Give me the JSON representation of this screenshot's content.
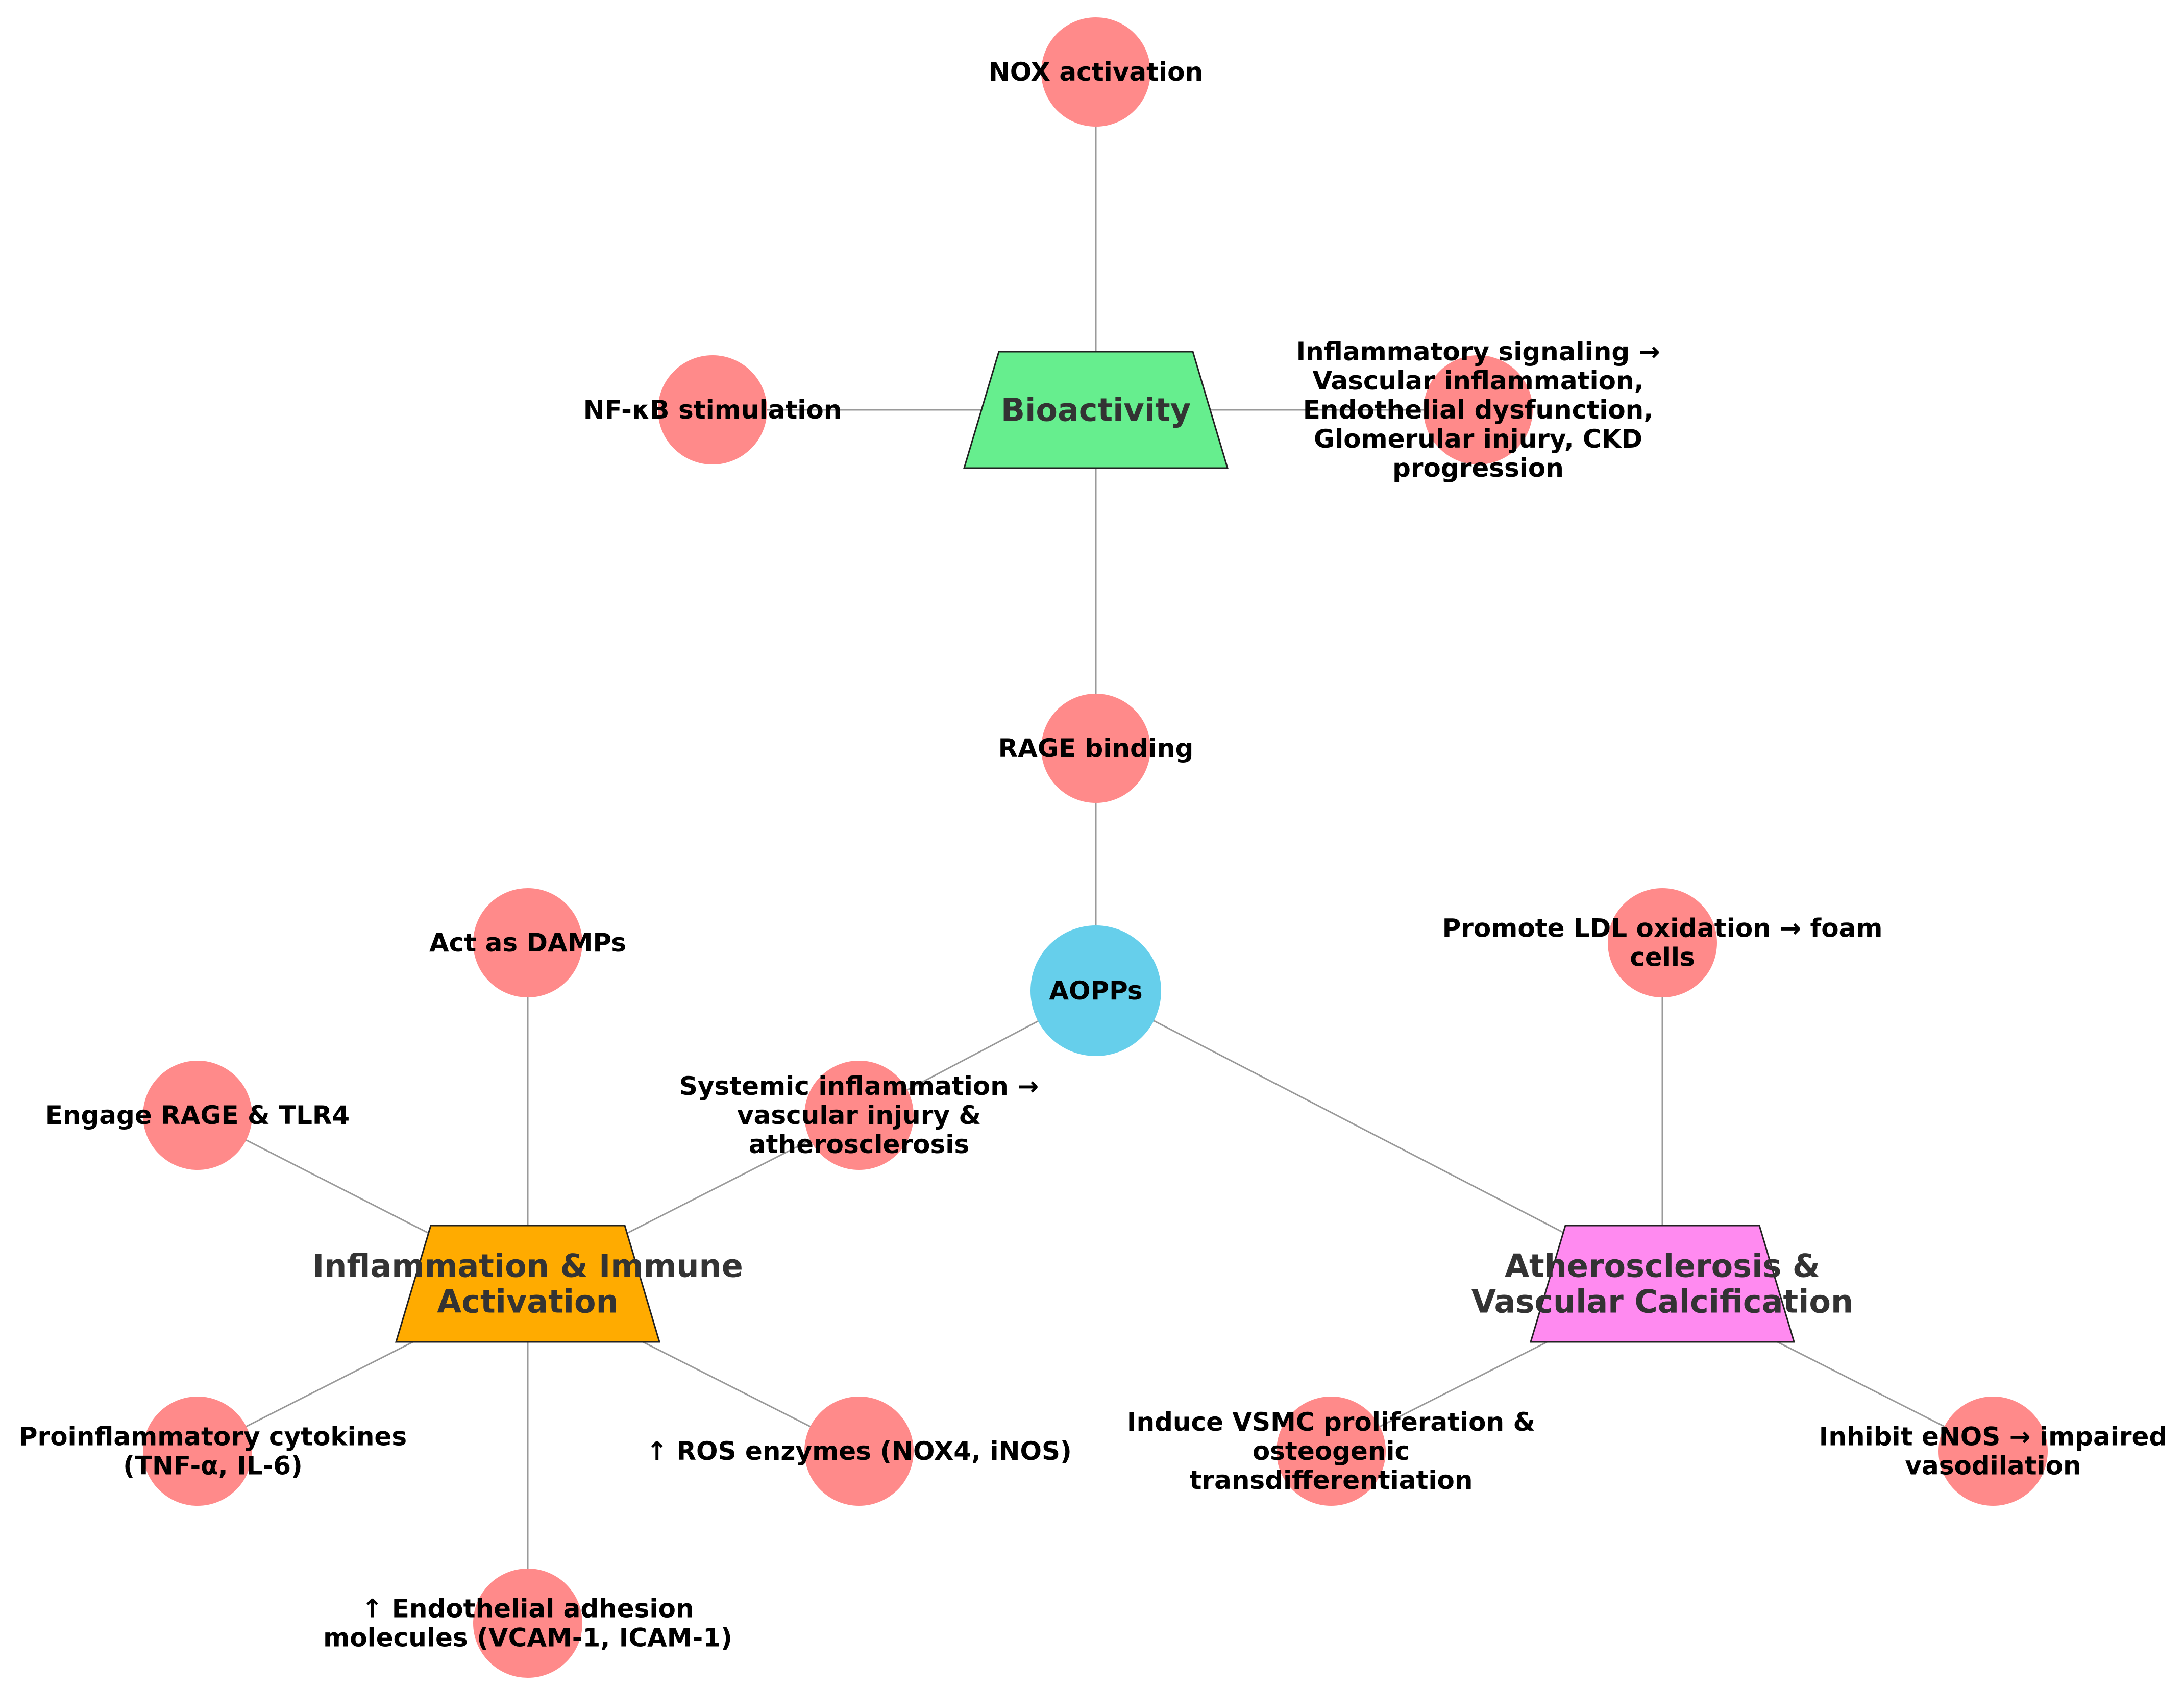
{
  "hub": {
    "label": "AOPPs",
    "color": "#66cfeb"
  },
  "categories": [
    {
      "id": "bioactivity",
      "lines": [
        "Bioactivity"
      ],
      "color": "#66ee8e"
    },
    {
      "id": "inflammation",
      "lines": [
        "Inflammation & Immune",
        "Activation"
      ],
      "color": "#ffab00"
    },
    {
      "id": "athero",
      "lines": [
        "Atherosclerosis &",
        "Vascular Calcification"
      ],
      "color": "#ff8af0"
    }
  ],
  "leaves": [
    {
      "id": "rage-binding",
      "lines": [
        "RAGE binding"
      ]
    },
    {
      "id": "nox-activation",
      "lines": [
        "NOX activation"
      ]
    },
    {
      "id": "nfkb-stimulation",
      "lines": [
        "NF-κB stimulation"
      ]
    },
    {
      "id": "inflammatory-signaling",
      "lines": [
        "Inflammatory signaling →",
        "Vascular inflammation,",
        "Endothelial dysfunction,",
        "Glomerular injury, CKD",
        "progression"
      ]
    },
    {
      "id": "systemic-inflammation",
      "lines": [
        "Systemic inflammation →",
        "vascular injury &",
        "atherosclerosis"
      ]
    },
    {
      "id": "act-as-damps",
      "lines": [
        "Act as DAMPs"
      ]
    },
    {
      "id": "engage-rage-tlr4",
      "lines": [
        "Engage RAGE & TLR4"
      ]
    },
    {
      "id": "proinflammatory-cytokines",
      "lines": [
        "Proinflammatory cytokines",
        "(TNF-α, IL-6)"
      ]
    },
    {
      "id": "endothelial-adhesion",
      "lines": [
        "↑ Endothelial adhesion",
        "molecules (VCAM-1, ICAM-1)"
      ]
    },
    {
      "id": "ros-enzymes",
      "lines": [
        "↑ ROS enzymes (NOX4, iNOS)"
      ]
    },
    {
      "id": "ldl-oxidation",
      "lines": [
        "Promote LDL oxidation → foam",
        "cells"
      ]
    },
    {
      "id": "vsmc-proliferation",
      "lines": [
        "Induce VSMC proliferation &",
        "osteogenic",
        "transdifferentiation"
      ]
    },
    {
      "id": "inhibit-enos",
      "lines": [
        "Inhibit eNOS → impaired",
        "vasodilation"
      ]
    }
  ],
  "leaf_color": "#ff8a8a",
  "edge_color": "#9a9a9a"
}
